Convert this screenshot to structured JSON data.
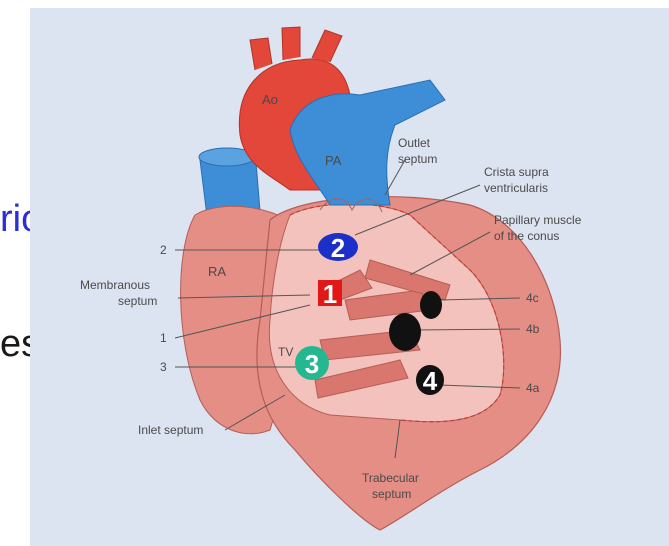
{
  "slide_text": {
    "line1": "riores)",
    "line2": "es)."
  },
  "diagram": {
    "chamber_labels": {
      "ao": "Ao",
      "pa": "PA",
      "ra": "RA",
      "tv": "TV"
    },
    "callouts": {
      "outlet_septum_1": "Outlet",
      "outlet_septum_2": "septum",
      "crista_1": "Crista supra",
      "crista_2": "ventricularis",
      "papillary_1": "Papillary muscle",
      "papillary_2": "of the conus",
      "membranous_1": "Membranous",
      "membranous_2": "septum",
      "inlet_septum": "Inlet septum",
      "trabecular_1": "Trabecular",
      "trabecular_2": "septum",
      "num_2": "2",
      "num_1": "1",
      "num_3": "3",
      "num_4c": "4c",
      "num_4b": "4b",
      "num_4a": "4a"
    },
    "markers": {
      "m1": "1",
      "m2": "2",
      "m3": "3",
      "m4": "4"
    },
    "colors": {
      "panel_bg": "#dde4f1",
      "heart_wall": "#e58e86",
      "heart_inner": "#f4c2bc",
      "aorta": "#e2473a",
      "pulmonary_artery": "#3d8ed6",
      "marker_1": "#e01818",
      "marker_2": "#1c2fc9",
      "marker_3": "#24b890",
      "marker_4": "#111111"
    }
  }
}
